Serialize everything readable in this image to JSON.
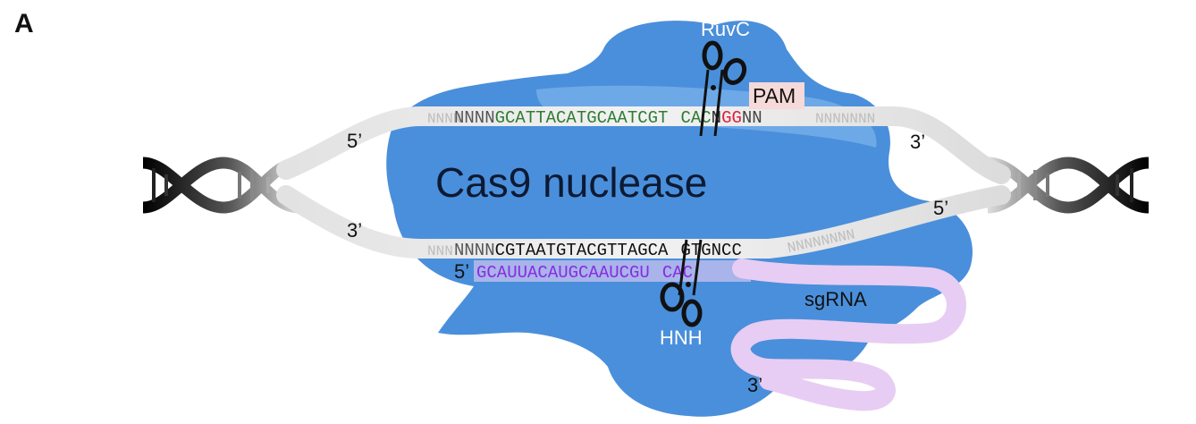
{
  "panel_label": "A",
  "protein_label": "Cas9 nuclease",
  "ruvc_label": "RuvC",
  "hnh_label": "HNH",
  "pam_label": "PAM",
  "sgrna_label": "sgRNA",
  "top_strand": {
    "five_prime": "5’",
    "three_prime": "3’",
    "left_n": "NNNN",
    "target": "GCATTACATGCAATCGT",
    "after_cut": "CAC",
    "pam_n": "N",
    "pam_gg": "GG",
    "right_n": "NN",
    "fade_n_left": "NNNN",
    "fade_n_right": "NNNNNNN"
  },
  "bottom_strand": {
    "three_prime": "3’",
    "five_prime": "5’",
    "left_n": "NNNN",
    "seq": "CGTAATGTACGTTAGCA",
    "after_cut": "GTGNCC",
    "right_n": "NNNNNNNN",
    "fade_n_left": "NNN"
  },
  "guide": {
    "five_prime": "5’",
    "seq": "GCAUUACAUGCAAUCGU",
    "after_cut": "CAC",
    "three_prime": "3’"
  },
  "colors": {
    "protein": "#4a8fdb",
    "protein_light": "#7ab3ec",
    "target_green": "#2e7d32",
    "pam_red": "#e0203a",
    "guide_purple": "#8a2be2",
    "sgrna_pink": "#e7cdf3",
    "pam_box": "#f6d9d9"
  }
}
